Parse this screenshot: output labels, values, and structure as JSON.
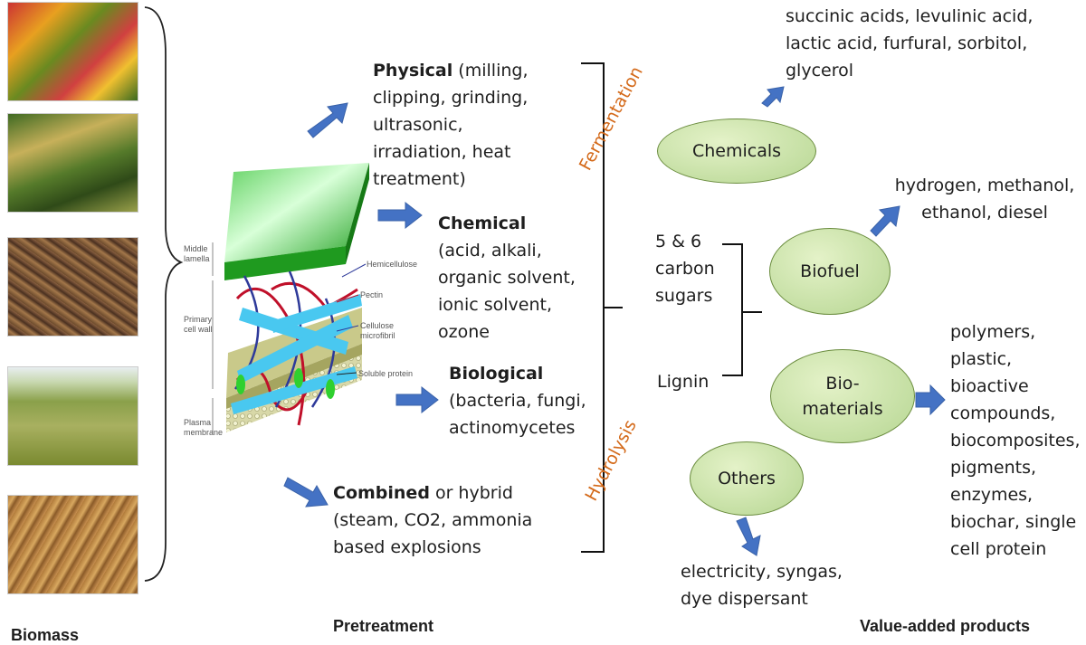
{
  "footer": {
    "biomass": "Biomass",
    "pretreatment": "Pretreatment",
    "value_added": "Value-added products"
  },
  "pretreatment": {
    "physical_bold": "Physical",
    "physical_rest": " (milling, clipping, grinding, ultrasonic, irradiation, heat treatment)",
    "chemical_bold": "Chemical",
    "chemical_rest": " (acid, alkali, organic solvent, ionic solvent, ozone",
    "biological_bold": "Biological",
    "biological_rest": " (bacteria, fungi, actinomycetes",
    "combined_bold": "Combined",
    "combined_rest": " or hybrid (steam, CO2, ammonia based explosions"
  },
  "cell_wall_labels": {
    "middle_lamella": "Middle lamella",
    "primary_cell_wall": "Primary cell wall",
    "plasma_membrane": "Plasma membrane",
    "hemicellulose": "Hemicellulose",
    "pectin": "Pectin",
    "cellulose_microfibril": "Cellulose microfibril",
    "soluble_protein": "Soluble protein"
  },
  "processes": {
    "fermentation": "Fermentation",
    "hydrolysis": "Hydrolysis"
  },
  "intermediates": {
    "sugars": "5 & 6 carbon sugars",
    "lignin": "Lignin"
  },
  "products": {
    "chemicals": "Chemicals",
    "biofuel": "Biofuel",
    "biomaterials": "Bio-materials",
    "others": "Others"
  },
  "outputs": {
    "chemicals": "succinic acids, levulinic acid, lactic acid, furfural, sorbitol, glycerol",
    "biofuel": "hydrogen, methanol, ethanol, diesel",
    "biomaterials": "polymers, plastic, bioactive compounds, biocomposites, pigments, enzymes, biochar, single cell protein",
    "others": "electricity, syngas, dye dispersant"
  },
  "colors": {
    "arrow": "#4472c4",
    "ellipse_fill": "#c5e0a5",
    "process_text": "#d46a1a"
  }
}
